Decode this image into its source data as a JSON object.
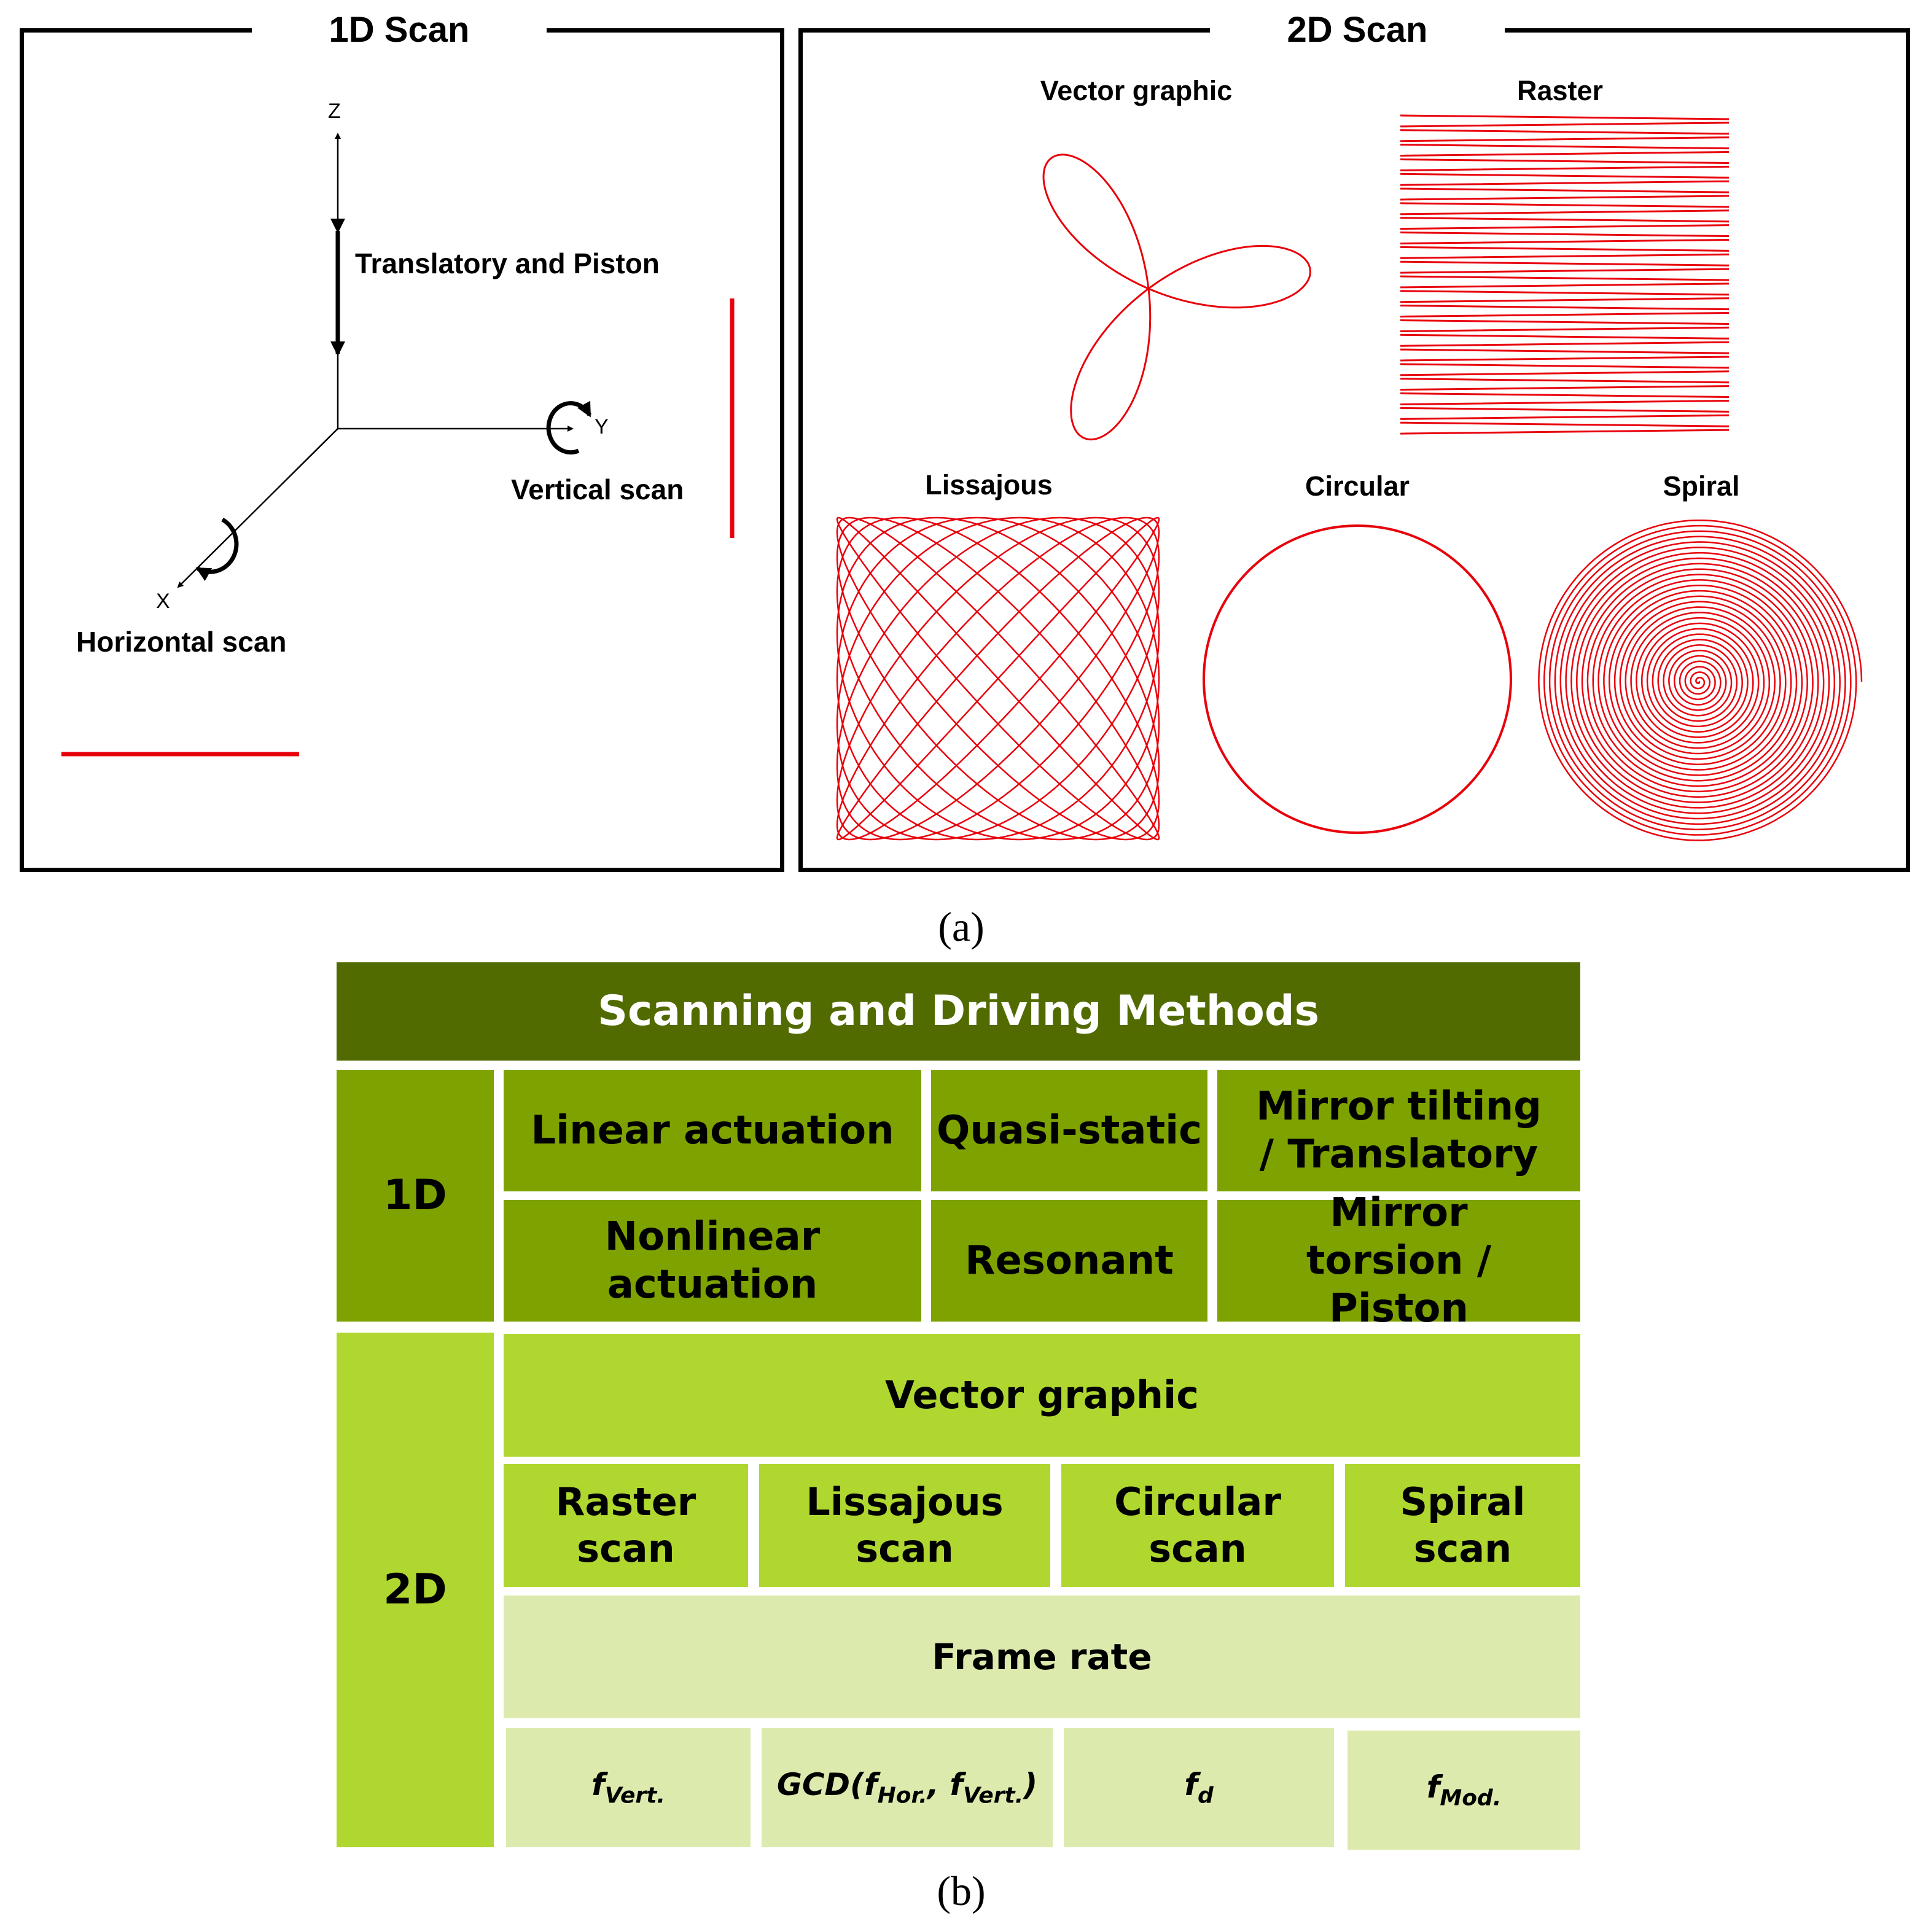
{
  "panel_a": {
    "oned": {
      "title": "1D Scan",
      "translatory_label": "Translatory and Piston",
      "vertical_label": "Vertical scan",
      "horizontal_label": "Horizontal scan",
      "axis_x": "X",
      "axis_y": "Y",
      "axis_z": "Z"
    },
    "twod": {
      "title": "2D Scan",
      "vector_title": "Vector graphic",
      "raster_title": "Raster",
      "lissajous_title": "Lissajous",
      "circular_title": "Circular",
      "spiral_title": "Spiral"
    },
    "trace_color": "#e8000b",
    "caption": "(a)"
  },
  "panel_b": {
    "header": "Scanning and Driving Methods",
    "oned_label": "1D",
    "twod_label": "2D",
    "oned_rows": [
      [
        "Linear actuation",
        "Quasi-static",
        "Mirror tilting / Translatory"
      ],
      [
        "Nonlinear actuation",
        "Resonant",
        "Mirror torsion / Piston"
      ]
    ],
    "vector_graphic": "Vector graphic",
    "scan_types": [
      "Raster scan",
      "Lissajous scan",
      "Circular scan",
      "Spiral scan"
    ],
    "frame_rate": "Frame rate",
    "formulas": [
      {
        "f": "f",
        "sub": "Vert."
      },
      {
        "prefix": "GCD(",
        "f1": "f",
        "sub1": "Hor.",
        "sep": ", ",
        "f2": "f",
        "sub2": "Vert.",
        "suffix": ")"
      },
      {
        "f": "f",
        "sub": "d"
      },
      {
        "f": "f",
        "sub": "Mod."
      }
    ],
    "colors": {
      "header": "#526b00",
      "oned": "#7ea200",
      "twod": "#b0d72f",
      "light": "#dcebad"
    },
    "caption": "(b)"
  }
}
